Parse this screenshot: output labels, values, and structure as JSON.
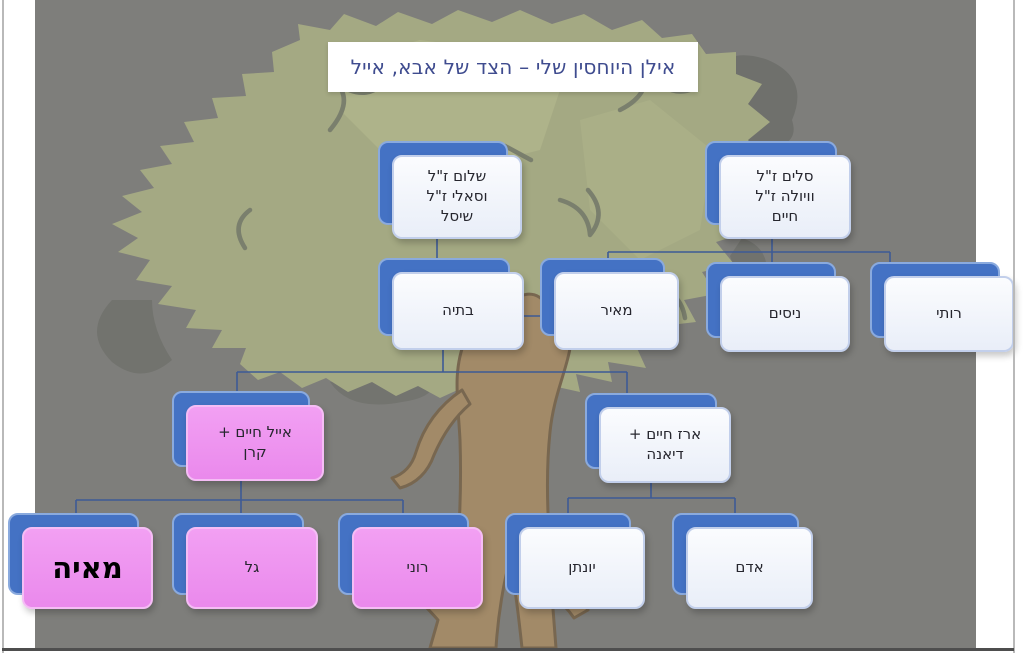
{
  "title": "אילן היוחסין שלי – הצד של אבא, אייל",
  "nodes": {
    "shalom": {
      "label": "שלום ז\"ל\nוסאלי ז\"ל\nשיסל"
    },
    "salim": {
      "label": "סלים ז\"ל\nוויולה ז\"ל\nחיים"
    },
    "batya": {
      "label": "בתיה"
    },
    "meir": {
      "label": "מאיר"
    },
    "nisim": {
      "label": "ניסים"
    },
    "ruti": {
      "label": "רותי"
    },
    "eyal": {
      "label": "אייל חיים +\nקרן"
    },
    "erez": {
      "label": "ארז חיים +\nדיאנה"
    },
    "maya": {
      "label": "מאיה"
    },
    "gal": {
      "label": "גל"
    },
    "roni": {
      "label": "רוני"
    },
    "yonatan": {
      "label": "יונתן"
    },
    "adam": {
      "label": "אדם"
    }
  },
  "structure": {
    "marriages": [
      [
        "batya",
        "meir"
      ]
    ],
    "children": [
      {
        "parents": [
          "shalom"
        ],
        "children": [
          "batya"
        ]
      },
      {
        "parents": [
          "salim"
        ],
        "children": [
          "meir",
          "nisim",
          "ruti"
        ]
      },
      {
        "parents": [
          "batya",
          "meir"
        ],
        "children": [
          "eyal",
          "erez"
        ]
      },
      {
        "parents": [
          "eyal"
        ],
        "children": [
          "maya",
          "gal",
          "roni"
        ]
      },
      {
        "parents": [
          "erez"
        ],
        "children": [
          "yonatan",
          "adam"
        ]
      }
    ]
  },
  "colors": {
    "slide_background": "#7e7e7b",
    "box_back_blue": "#4472c4",
    "box_front_white": "#edf1f9",
    "box_front_pink": "#ee94ef",
    "connector_blue": "#3d5a96",
    "title_text_blue": "#3f4c8f",
    "foliage_green": "#a4a983",
    "trunk_brown": "#a28a68"
  }
}
